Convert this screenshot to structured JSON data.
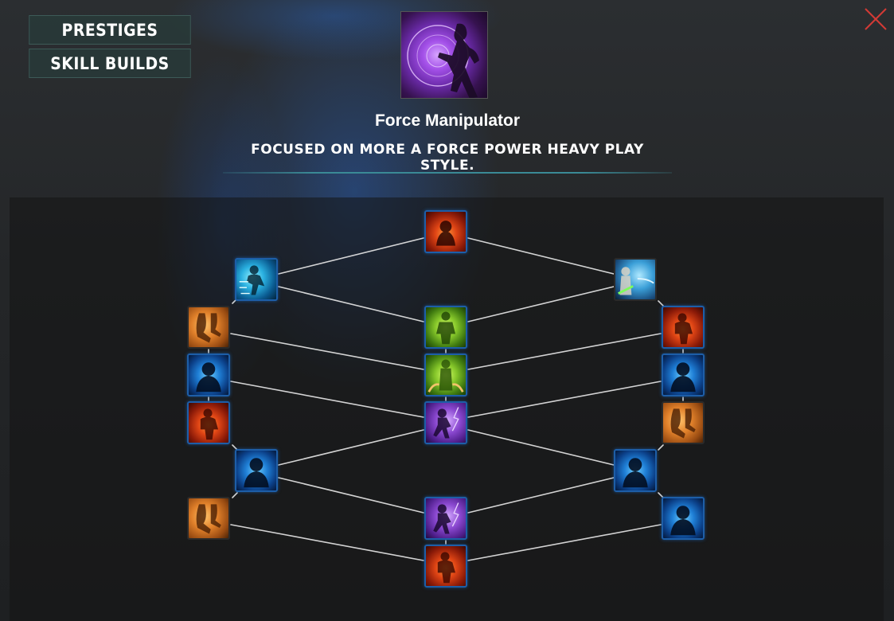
{
  "menu": {
    "prestiges_label": "PRESTIGES",
    "skill_builds_label": "SKILL BUILDS"
  },
  "prestige": {
    "title": "Force Manipulator",
    "description": "FOCUSED ON MORE A FORCE POWER HEAVY PLAY STYLE.",
    "icon": "force-push-purple-icon"
  },
  "colors": {
    "close": "#d33a35",
    "node_border": "#1d5ea8",
    "divider": "#3a8a96",
    "link_line": "#e8e8e8"
  },
  "skill_tree": {
    "nodes": [
      {
        "id": "n1",
        "icon": "force-rage-red-icon"
      },
      {
        "id": "n2",
        "icon": "force-speed-cyan-icon"
      },
      {
        "id": "n3",
        "icon": "lightsaber-jedi-icon"
      },
      {
        "id": "n4",
        "icon": "kick-orange-icon"
      },
      {
        "id": "n5",
        "icon": "force-heal-green-icon"
      },
      {
        "id": "n6",
        "icon": "force-fire-red-icon"
      },
      {
        "id": "n7",
        "icon": "force-aura-blue-icon"
      },
      {
        "id": "n8",
        "icon": "force-drain-green-icon"
      },
      {
        "id": "n9",
        "icon": "force-aura-blue-icon"
      },
      {
        "id": "n10",
        "icon": "force-fire-red-icon"
      },
      {
        "id": "n11",
        "icon": "force-lightning-purple-icon"
      },
      {
        "id": "n12",
        "icon": "kick-orange-icon"
      },
      {
        "id": "n13",
        "icon": "force-aura-blue-icon"
      },
      {
        "id": "n14",
        "icon": "force-aura-blue-icon"
      },
      {
        "id": "n15",
        "icon": "kick-orange-icon"
      },
      {
        "id": "n16",
        "icon": "force-lightning-purple-icon"
      },
      {
        "id": "n17",
        "icon": "force-aura-blue-icon"
      },
      {
        "id": "n18",
        "icon": "force-fire-red-icon"
      }
    ]
  }
}
